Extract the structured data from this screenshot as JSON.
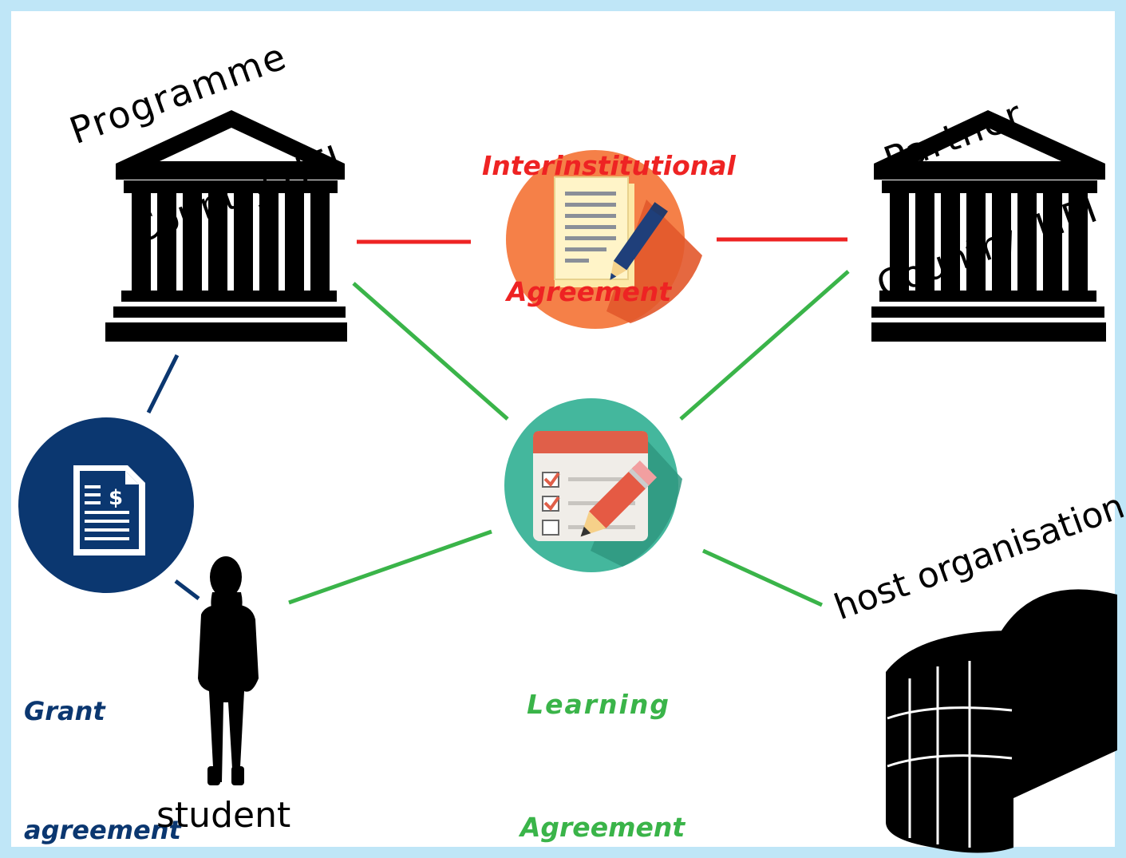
{
  "colors": {
    "red": "#ee2323",
    "green": "#3ab449",
    "navy": "#0b3770",
    "orange": "#f58048",
    "teal": "#44b79d",
    "black": "#000000"
  },
  "nodes": {
    "programme_hei": {
      "line1": "Programme",
      "line2": "Country HEI",
      "icon": "building-columns-icon"
    },
    "partner_hei": {
      "line1": "Partner",
      "line2": "Country  HEI",
      "icon": "building-columns-icon"
    },
    "host": {
      "label": "host organisation",
      "icon": "office-building-icon"
    },
    "student": {
      "label": "student",
      "icon": "person-silhouette-icon"
    }
  },
  "agreements": {
    "interinstitutional": {
      "line1": "Interinstitutional",
      "line2": "Agreement",
      "icon": "document-pencil-icon"
    },
    "learning": {
      "line1": "Learning",
      "line2": "Agreement",
      "icon": "checklist-pencil-icon"
    },
    "grant": {
      "line1": "Grant",
      "line2": "agreement",
      "icon": "invoice-dollar-icon"
    }
  }
}
